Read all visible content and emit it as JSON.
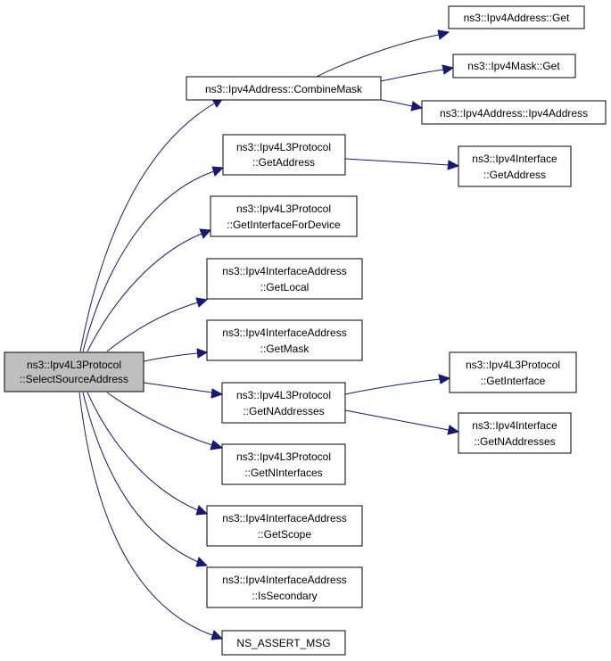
{
  "graph": {
    "edge_color": "#191970",
    "root_fill": "#bfbfbf",
    "node_fill": "#ffffff",
    "nodes": {
      "root": [
        "ns3::Ipv4L3Protocol",
        "::SelectSourceAddress"
      ],
      "combine_mask": [
        "ns3::Ipv4Address::CombineMask"
      ],
      "addr_get": [
        "ns3::Ipv4Address::Get"
      ],
      "mask_get": [
        "ns3::Ipv4Mask::Get"
      ],
      "addr_ctor": [
        "ns3::Ipv4Address::Ipv4Address"
      ],
      "l3_get_address": [
        "ns3::Ipv4L3Protocol",
        "::GetAddress"
      ],
      "iface_get_address": [
        "ns3::Ipv4Interface",
        "::GetAddress"
      ],
      "l3_get_iface_for_device": [
        "ns3::Ipv4L3Protocol",
        "::GetInterfaceForDevice"
      ],
      "ifaddr_get_local": [
        "ns3::Ipv4InterfaceAddress",
        "::GetLocal"
      ],
      "ifaddr_get_mask": [
        "ns3::Ipv4InterfaceAddress",
        "::GetMask"
      ],
      "l3_get_naddresses": [
        "ns3::Ipv4L3Protocol",
        "::GetNAddresses"
      ],
      "l3_get_interface": [
        "ns3::Ipv4L3Protocol",
        "::GetInterface"
      ],
      "iface_get_naddresses": [
        "ns3::Ipv4Interface",
        "::GetNAddresses"
      ],
      "l3_get_ninterfaces": [
        "ns3::Ipv4L3Protocol",
        "::GetNInterfaces"
      ],
      "ifaddr_get_scope": [
        "ns3::Ipv4InterfaceAddress",
        "::GetScope"
      ],
      "ifaddr_is_secondary": [
        "ns3::Ipv4InterfaceAddress",
        "::IsSecondary"
      ],
      "ns_assert_msg": [
        "NS_ASSERT_MSG"
      ]
    }
  }
}
